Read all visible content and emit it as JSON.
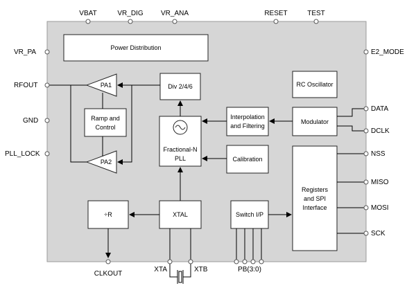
{
  "pins": {
    "vbat": "VBAT",
    "vr_dig": "VR_DIG",
    "vr_ana": "VR_ANA",
    "reset": "RESET",
    "test": "TEST",
    "vr_pa": "VR_PA",
    "rfout": "RFOUT",
    "gnd": "GND",
    "pll_lock": "PLL_LOCK",
    "e2_mode": "E2_MODE",
    "data": "DATA",
    "dclk": "DCLK",
    "nss": "NSS",
    "miso": "MISO",
    "mosi": "MOSI",
    "sck": "SCK",
    "clkout": "CLKOUT",
    "xta": "XTA",
    "xtb": "XTB",
    "pb": "PB(3:0)"
  },
  "blocks": {
    "power_distribution": "Power Distribution",
    "pa1": "PA1",
    "pa2": "PA2",
    "div": "Div 2/4/6",
    "rc_oscillator": "RC Oscillator",
    "ramp_line1": "Ramp and",
    "ramp_line2": "Control",
    "interp_line1": "Interpolation",
    "interp_line2": "and Filtering",
    "modulator": "Modulator",
    "pll_line1": "Fractional-N",
    "pll_line2": "PLL",
    "calibration": "Calibration",
    "registers_line1": "Registers",
    "registers_line2": "and SPI",
    "registers_line3": "Interface",
    "div_r": "÷R",
    "xtal": "XTAL",
    "switch_ip": "Switch I/P"
  }
}
